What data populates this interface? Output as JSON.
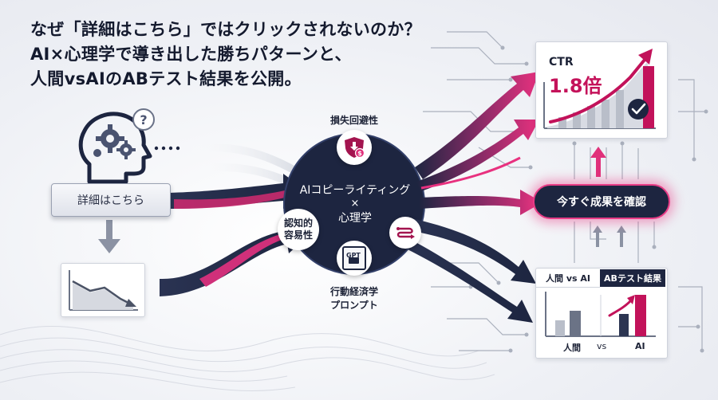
{
  "headline": {
    "line1": "なぜ「詳細はこちら」ではクリックされないのか？",
    "line2": "AI×心理学で導き出した勝ちパターンと、",
    "line3": "人間vsAIのABテスト結果を公開。"
  },
  "left": {
    "question_mark": "?",
    "button_label": "詳細はこちら"
  },
  "hub": {
    "line1": "AIコピーライティング",
    "line2": "×",
    "line3": "心理学"
  },
  "concepts": {
    "loss_aversion": "損失回避性",
    "cognitive_ease": "認知的\n容易性",
    "behavioral_prompt": "行動経済学\nプロンプト",
    "gpt_badge": "GPT"
  },
  "result": {
    "ctr_label": "CTR",
    "ctr_value": "1.8倍",
    "cta_label": "今すぐ成果を確認",
    "ab_tab_human": "人間 vs AI",
    "ab_tab_result": "ABテスト結果",
    "ab_x_human": "人間",
    "ab_x_vs": "vs",
    "ab_x_ai": "AI"
  },
  "colors": {
    "navy": "#1d2540",
    "magenta": "#e0307a",
    "crimson": "#c4125a"
  }
}
